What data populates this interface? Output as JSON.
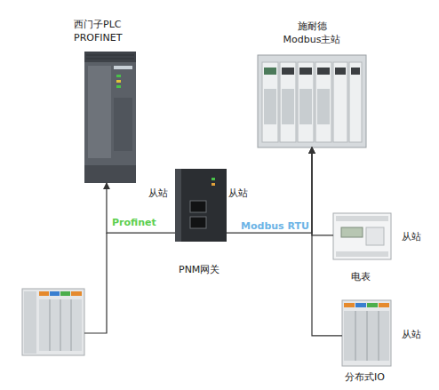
{
  "diagram": {
    "nodes": [
      {
        "text": [
          "西门子PLC PROFINET"
        ]
      },
      {
        "text": [
          "施耐德 Modbus主站"
        ]
      },
      {
        "text": [
          "从站",
          "从站",
          "PNM网关"
        ]
      },
      {
        "text": [
          "从站",
          "电表"
        ]
      },
      {
        "text": [
          "从站",
          "分布式IO"
        ]
      }
    ],
    "edges": [
      {
        "from": 2,
        "to": 0,
        "arrow": "to",
        "label": "Profinet"
      },
      {
        "from": 2,
        "to": 1,
        "arrow": "to",
        "label": "Modbus RTU"
      },
      {
        "from": 3,
        "to": 1,
        "arrow": "to"
      },
      {
        "from": 4,
        "to": 1,
        "arrow": "to"
      }
    ]
  }
}
